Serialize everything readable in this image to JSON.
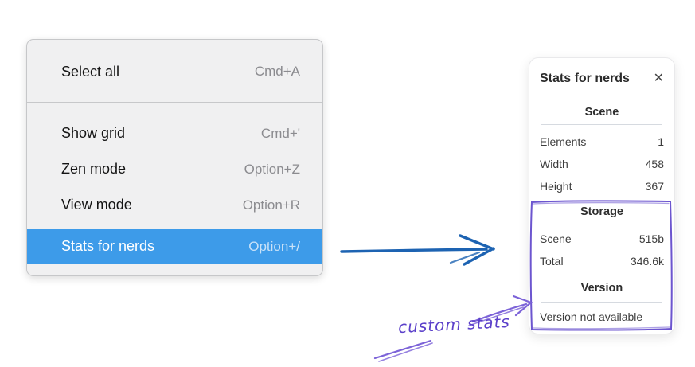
{
  "context_menu": {
    "items_group1": [
      {
        "label": "Select all",
        "shortcut": "Cmd+A"
      }
    ],
    "items_group2": [
      {
        "label": "Show grid",
        "shortcut": "Cmd+'"
      },
      {
        "label": "Zen mode",
        "shortcut": "Option+Z"
      },
      {
        "label": "View mode",
        "shortcut": "Option+R"
      },
      {
        "label": "Stats for nerds",
        "shortcut": "Option+/"
      }
    ],
    "highlighted_item": "Stats for nerds",
    "highlight_color": "#3d9be9"
  },
  "stats_panel": {
    "title": "Stats for nerds",
    "close_icon": "✕",
    "scene_section": {
      "heading": "Scene",
      "rows": [
        {
          "label": "Elements",
          "value": "1"
        },
        {
          "label": "Width",
          "value": "458"
        },
        {
          "label": "Height",
          "value": "367"
        }
      ]
    },
    "storage_section": {
      "heading": "Storage",
      "rows": [
        {
          "label": "Scene",
          "value": "515b"
        },
        {
          "label": "Total",
          "value": "346.6k"
        }
      ]
    },
    "version_section": {
      "heading": "Version",
      "note": "Version not available"
    }
  },
  "annotations": {
    "custom_stats_label": "custom stats",
    "blue_arrow_color": "#1d63b2",
    "purple_color": "#6c55cf",
    "label_color": "#5b40ca"
  }
}
